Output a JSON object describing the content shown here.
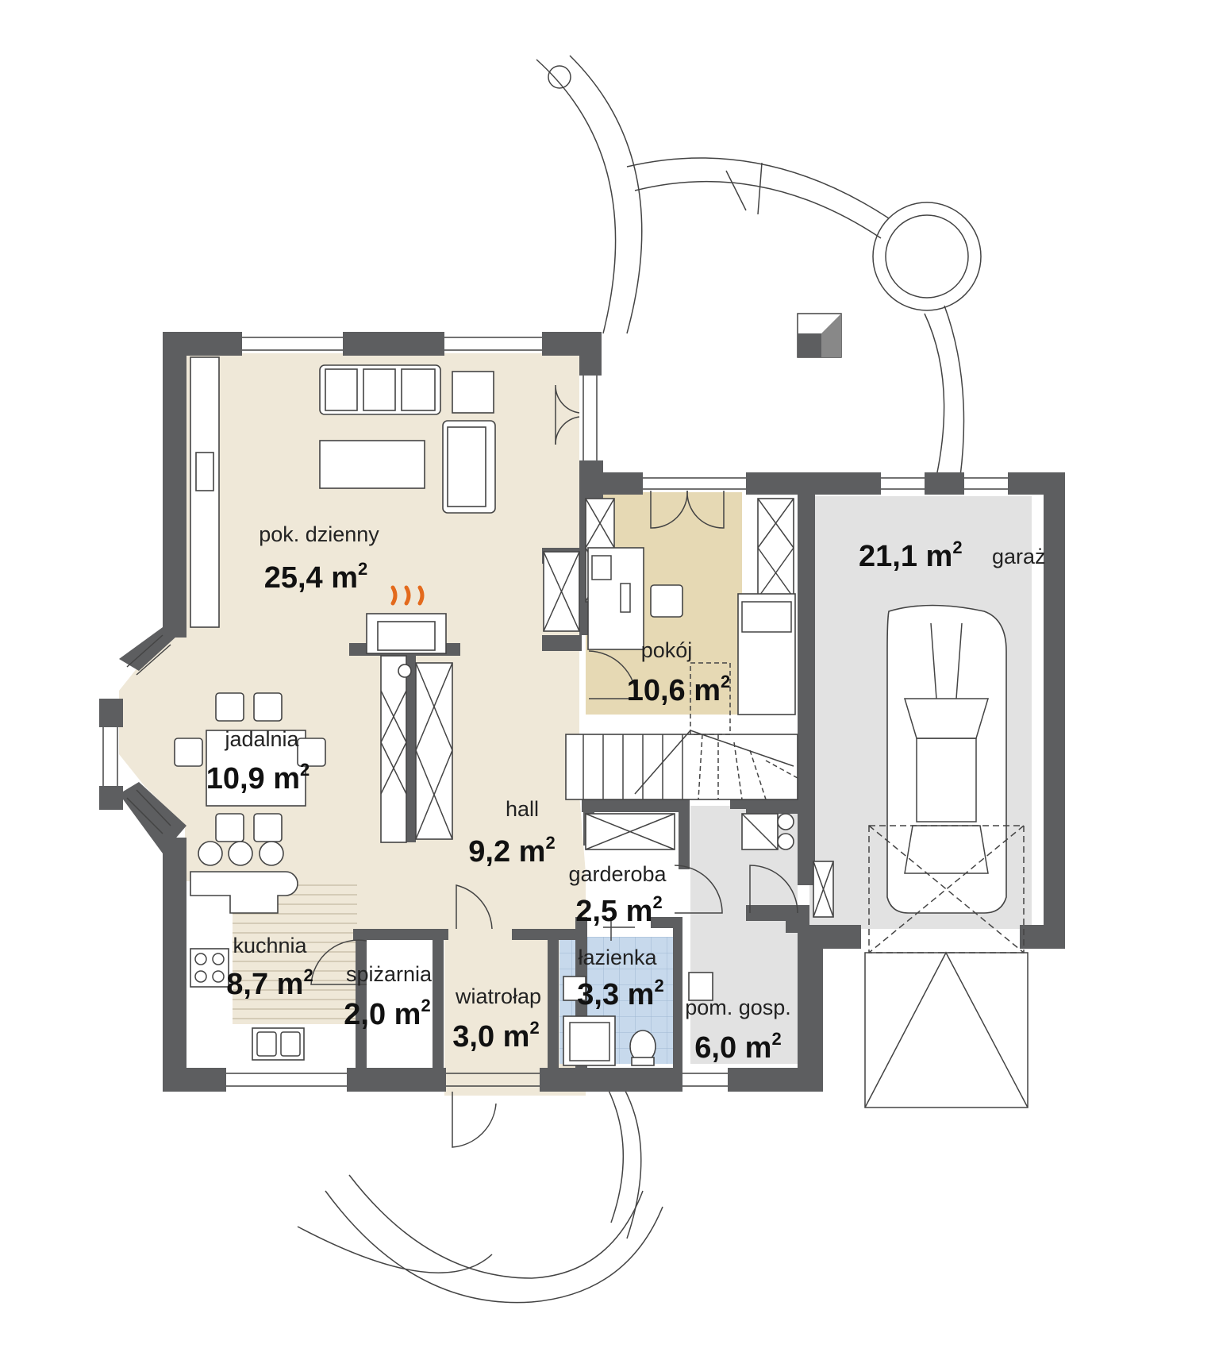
{
  "colors": {
    "wall": "#5d5e60",
    "living_floor": "#efe8d8",
    "room_floor": "#e6d9b4",
    "garage_floor": "#e2e2e2",
    "bathroom_tile": "#c7d9ec",
    "fire": "#e36a1d"
  },
  "rooms": [
    {
      "id": "pok-dzienny",
      "name": "pok. dzienny",
      "area": "25,4 m",
      "sup": "2"
    },
    {
      "id": "jadalnia",
      "name": "jadalnia",
      "area": "10,9 m",
      "sup": "2"
    },
    {
      "id": "hall",
      "name": "hall",
      "area": "9,2 m",
      "sup": "2"
    },
    {
      "id": "pokoj",
      "name": "pokój",
      "area": "10,6 m",
      "sup": "2"
    },
    {
      "id": "garaz",
      "name": "garaż",
      "area": "21,1 m",
      "sup": "2"
    },
    {
      "id": "garderoba",
      "name": "garderoba",
      "area": "2,5 m",
      "sup": "2"
    },
    {
      "id": "kuchnia",
      "name": "kuchnia",
      "area": "8,7 m",
      "sup": "2"
    },
    {
      "id": "spizarnia",
      "name": "spiżarnia",
      "area": "2,0 m",
      "sup": "2"
    },
    {
      "id": "wiatrolap",
      "name": "wiatrołap",
      "area": "3,0 m",
      "sup": "2"
    },
    {
      "id": "lazienka",
      "name": "łazienka",
      "area": "3,3 m",
      "sup": "2"
    },
    {
      "id": "pom-gosp",
      "name": "pom. gosp.",
      "area": "6,0 m",
      "sup": "2"
    }
  ],
  "icons": [
    "fireplace-icon",
    "car-icon",
    "sofa-icon",
    "stove-icon",
    "sink-icon",
    "toilet-icon",
    "shower-icon",
    "stairs-icon",
    "door-swing-icon"
  ]
}
